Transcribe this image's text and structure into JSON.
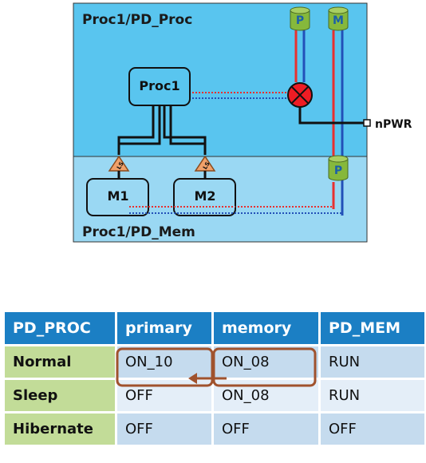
{
  "diagram": {
    "top_domain_label": "Proc1/PD_Proc",
    "bottom_domain_label": "Proc1/PD_Mem",
    "proc_label": "Proc1",
    "mem1_label": "M1",
    "mem2_label": "M2",
    "pwr_pin_label": "nPWR",
    "switch_label_top": "P",
    "switch_label_mem_rail": "M",
    "switch_label_bottom": "P",
    "level_shifter_label_1": "LS",
    "level_shifter_label_2": "LS",
    "colors": {
      "domain_top": "#59c5ef",
      "domain_bottom": "#9ad8f3",
      "rail_red": "#e8302f",
      "rail_blue": "#2250b8",
      "switch_green": "#86b83c",
      "isolation_red": "#ee1c24",
      "shifter_orange": "#f0a16a"
    }
  },
  "table": {
    "headers": [
      "PD_PROC",
      "primary",
      "memory",
      "PD_MEM"
    ],
    "rows": [
      {
        "name": "Normal",
        "primary": "ON_10",
        "memory": "ON_08",
        "pd_mem": "RUN"
      },
      {
        "name": "Sleep",
        "primary": "OFF",
        "memory": "ON_08",
        "pd_mem": "RUN"
      },
      {
        "name": "Hibernate",
        "primary": "OFF",
        "memory": "OFF",
        "pd_mem": "OFF"
      }
    ],
    "colors": {
      "header_bg": "#1b7fc4",
      "rowhead_bg": "#c2dc98",
      "cell_dark": "#c5dbee",
      "cell_light": "#e4eef8",
      "highlight_outline": "#a0522d"
    }
  }
}
